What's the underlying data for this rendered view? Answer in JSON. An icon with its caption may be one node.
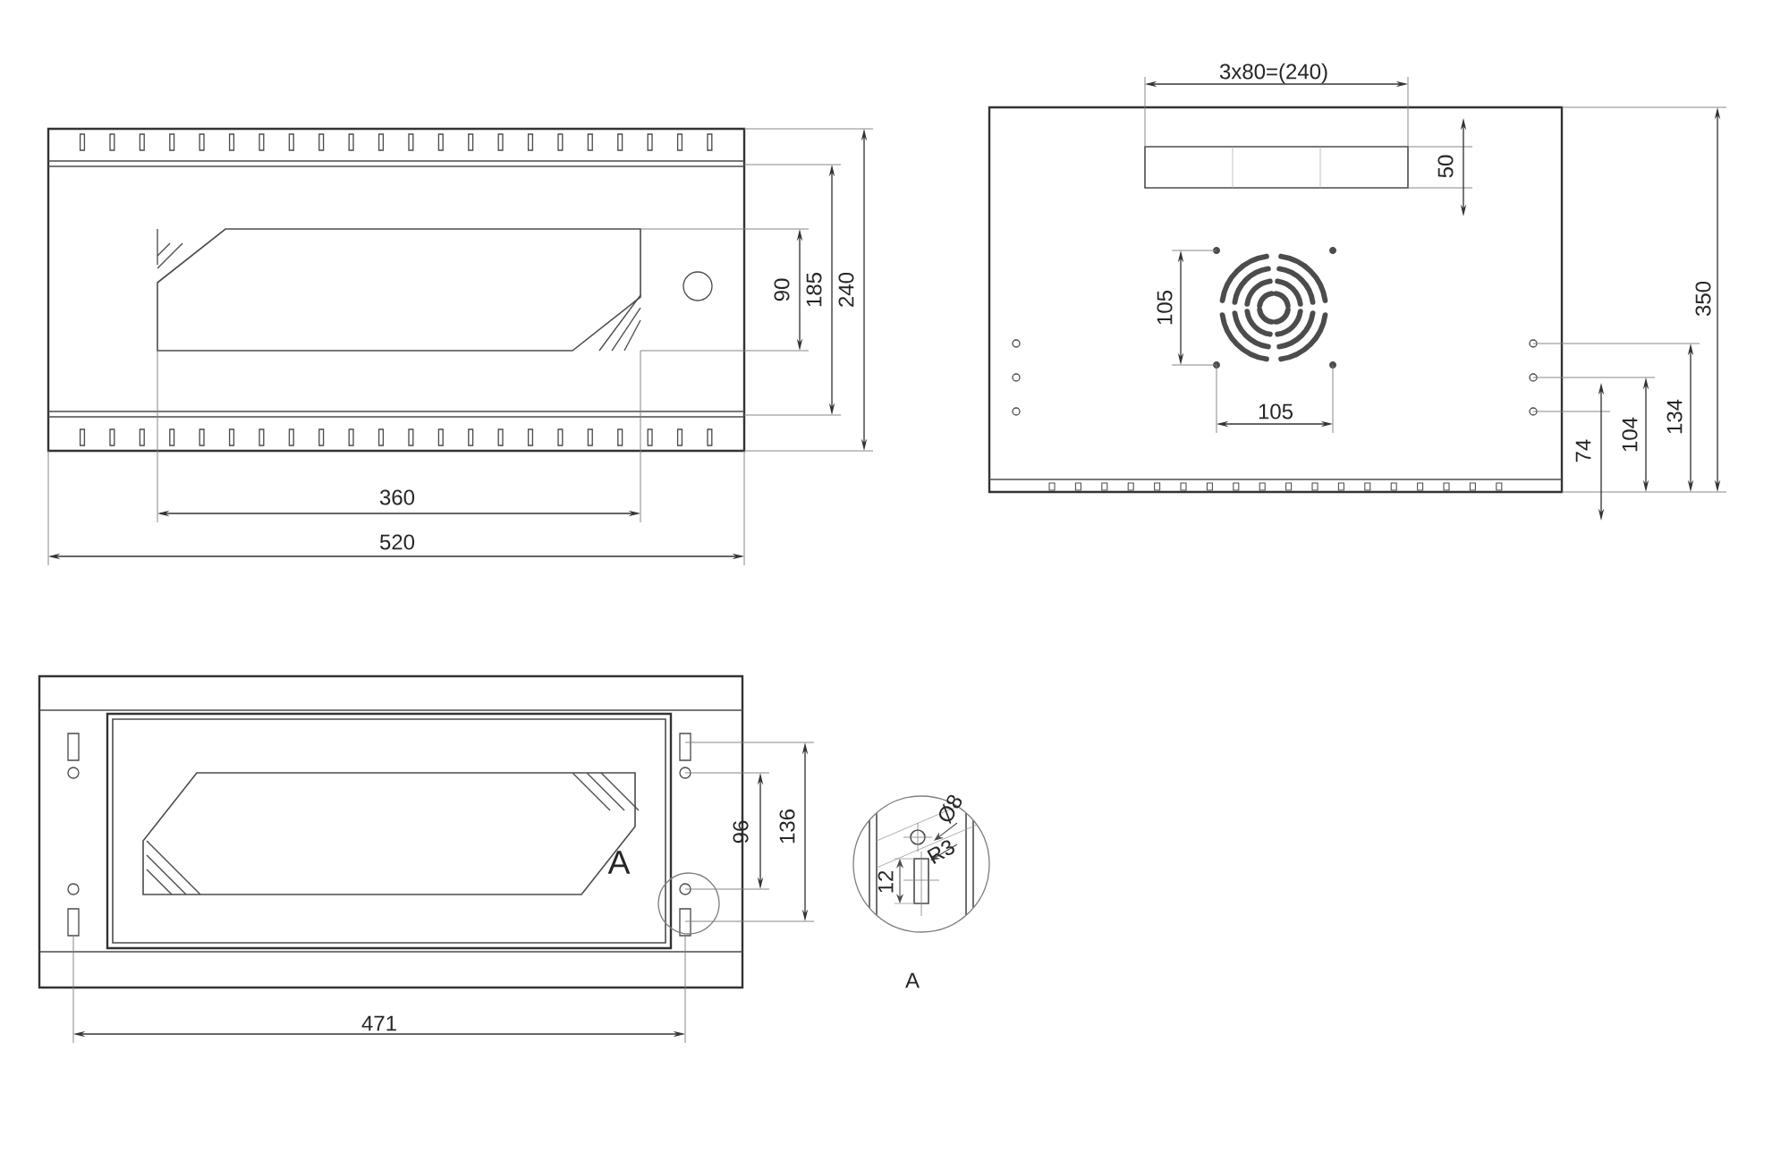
{
  "diagram": {
    "labels": [
      "3x80=(240)",
      "50",
      "90",
      "185",
      "240",
      "105",
      "350",
      "105",
      "74",
      "104",
      "134",
      "360",
      "520",
      "A",
      "96",
      "136",
      "Ø8",
      "R3",
      "12",
      "471",
      "A"
    ]
  }
}
